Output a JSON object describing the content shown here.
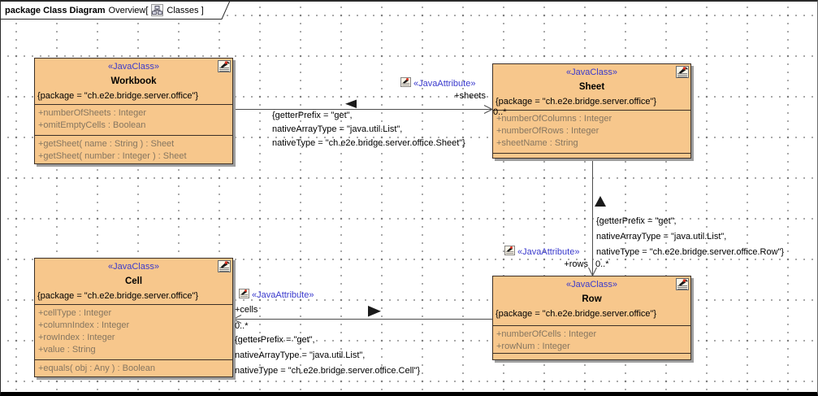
{
  "frame": {
    "title": "package Class Diagram",
    "view_label": "Overview[",
    "context_label": "Classes ]"
  },
  "colors": {
    "class_fill": "#f7c78c",
    "class_border": "#3b2f26",
    "stereotype_text": "#3a3acd",
    "member_text": "#867660",
    "association_line": "#4d4d4d",
    "box_shadow": "#9e9e9e",
    "grid_dot": "#8c8c8c"
  },
  "classes": [
    {
      "id": "workbook",
      "stereotype": "«JavaClass»",
      "name": "Workbook",
      "package": "{package = \"ch.e2e.bridge.server.office\"}",
      "attributes": [
        "+numberOfSheets : Integer",
        "+omitEmptyCells : Boolean"
      ],
      "operations": [
        "+getSheet( name : String ) : Sheet",
        "+getSheet( number : Integer ) : Sheet"
      ]
    },
    {
      "id": "sheet",
      "stereotype": "«JavaClass»",
      "name": "Sheet",
      "package": "{package = \"ch.e2e.bridge.server.office\"}",
      "attributes": [
        "+numberOfColumns : Integer",
        "+numberOfRows : Integer",
        "+sheetName : String"
      ],
      "operations": []
    },
    {
      "id": "cell",
      "stereotype": "«JavaClass»",
      "name": "Cell",
      "package": "{package = \"ch.e2e.bridge.server.office\"}",
      "attributes": [
        "+cellType : Integer",
        "+columnIndex : Integer",
        "+rowIndex : Integer",
        "+value : String"
      ],
      "operations": [
        "+equals( obj : Any ) : Boolean"
      ]
    },
    {
      "id": "row",
      "stereotype": "«JavaClass»",
      "name": "Row",
      "package": "{package = \"ch.e2e.bridge.server.office\"}",
      "attributes": [
        "+numberOfCells : Integer",
        "+rowNum : Integer"
      ],
      "operations": []
    }
  ],
  "associations": [
    {
      "id": "sheets",
      "from": "Workbook",
      "to": "Sheet",
      "stereotype": "«JavaAttribute»",
      "role": "+sheets",
      "multiplicity": "0..*",
      "constraint": [
        "{getterPrefix = \"get\",",
        "nativeArrayType = \"java.util.List\",",
        "nativeType = \"ch.e2e.bridge.server.office.Sheet\"}"
      ]
    },
    {
      "id": "rows",
      "from": "Sheet",
      "to": "Row",
      "stereotype": "«JavaAttribute»",
      "role": "+rows",
      "multiplicity": "0..*",
      "constraint": [
        "{getterPrefix = \"get\",",
        "nativeArrayType = \"java.util.List\",",
        "nativeType = \"ch.e2e.bridge.server.office.Row\"}"
      ]
    },
    {
      "id": "cells",
      "from": "Row",
      "to": "Cell",
      "stereotype": "«JavaAttribute»",
      "role": "+cells",
      "multiplicity": "0..*",
      "constraint": [
        "{getterPrefix = \"get\",",
        "nativeArrayType = \"java.util.List\",",
        "nativeType = \"ch.e2e.bridge.server.office.Cell\"}"
      ]
    }
  ]
}
